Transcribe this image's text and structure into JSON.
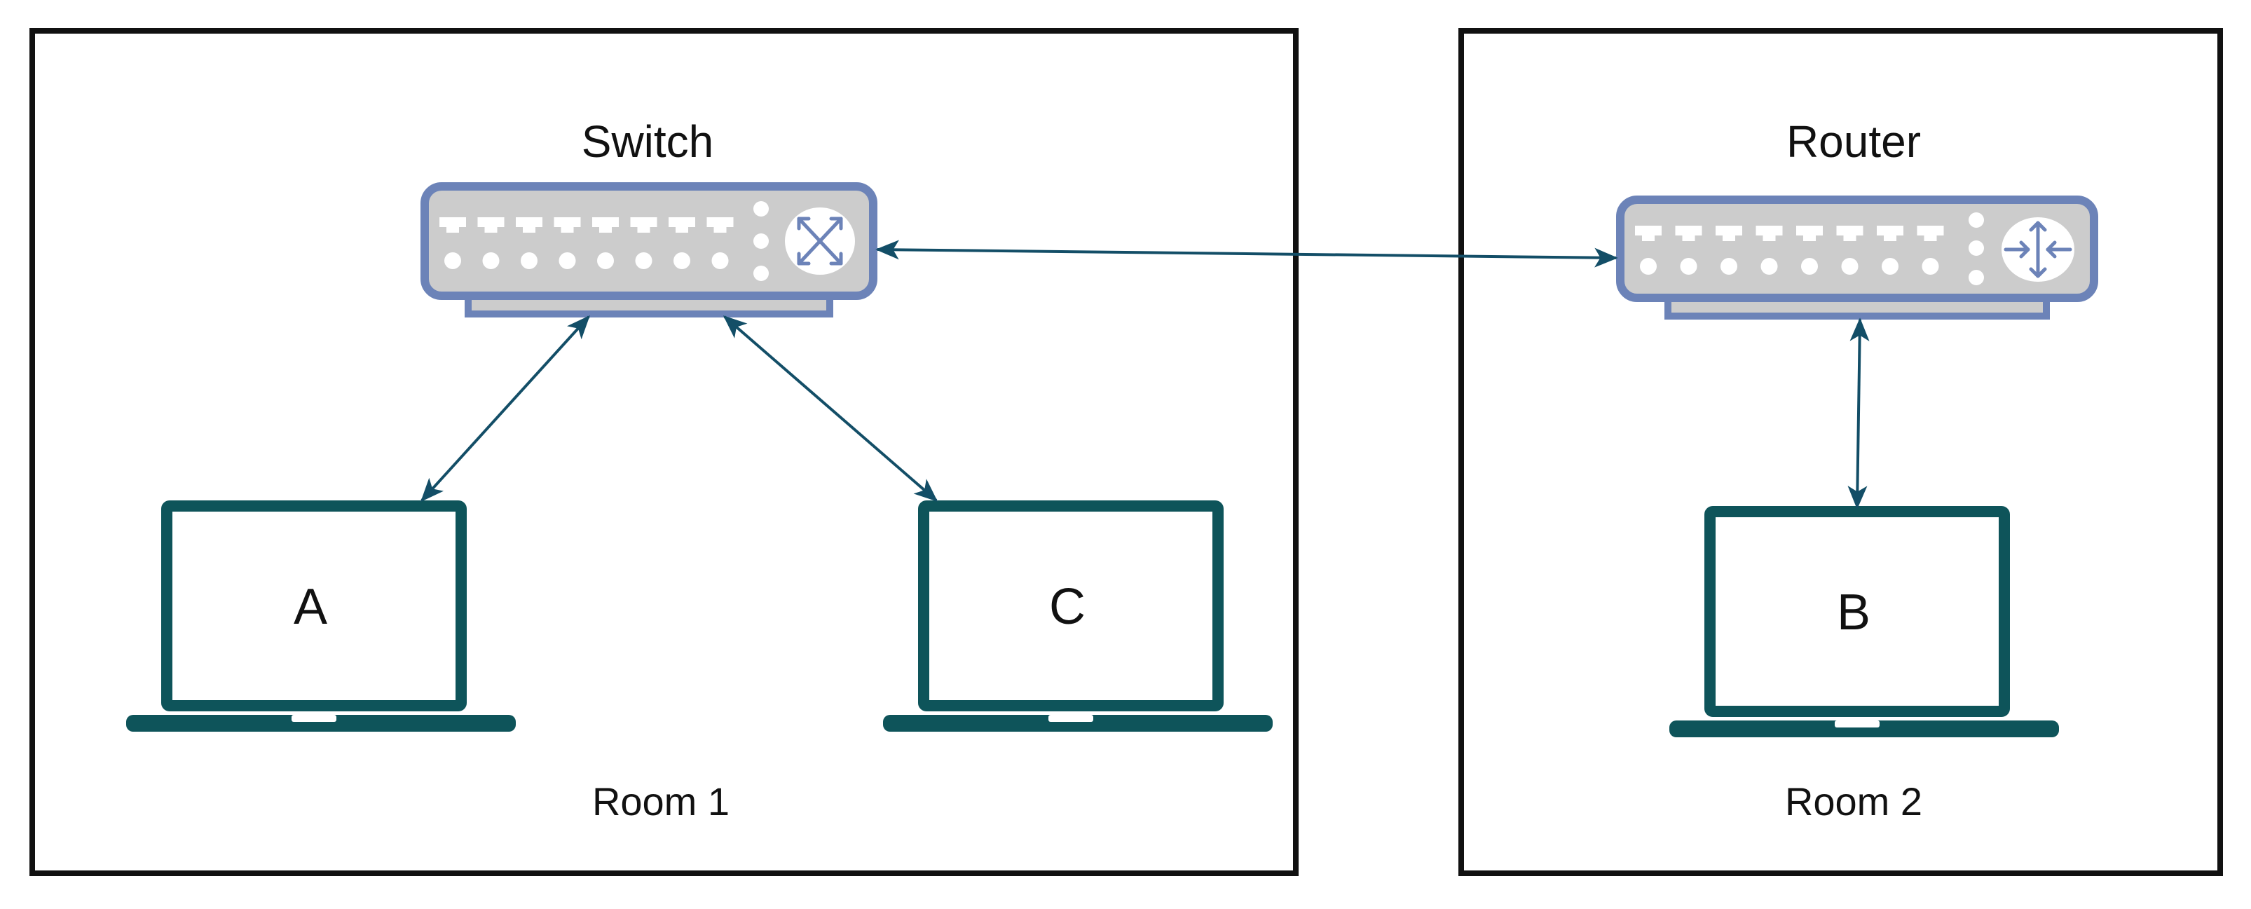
{
  "rooms": [
    {
      "id": "room1",
      "label": "Room 1"
    },
    {
      "id": "room2",
      "label": "Room 2"
    }
  ],
  "devices": {
    "switch": {
      "label": "Switch",
      "icon": "switch-icon"
    },
    "router": {
      "label": "Router",
      "icon": "router-icon"
    }
  },
  "laptops": [
    {
      "id": "A",
      "label": "A",
      "room": "room1"
    },
    {
      "id": "C",
      "label": "C",
      "room": "room1"
    },
    {
      "id": "B",
      "label": "B",
      "room": "room2"
    }
  ],
  "links": [
    {
      "from": "switch",
      "to": "laptop-A",
      "bidirectional": true
    },
    {
      "from": "switch",
      "to": "laptop-C",
      "bidirectional": true
    },
    {
      "from": "switch",
      "to": "router",
      "bidirectional": true
    },
    {
      "from": "router",
      "to": "laptop-B",
      "bidirectional": true
    }
  ],
  "colors": {
    "room_border": "#111111",
    "device_fill": "#cccccc",
    "device_stroke": "#6c83b8",
    "laptop": "#0e545a",
    "link": "#134e67",
    "label": "#111111"
  }
}
